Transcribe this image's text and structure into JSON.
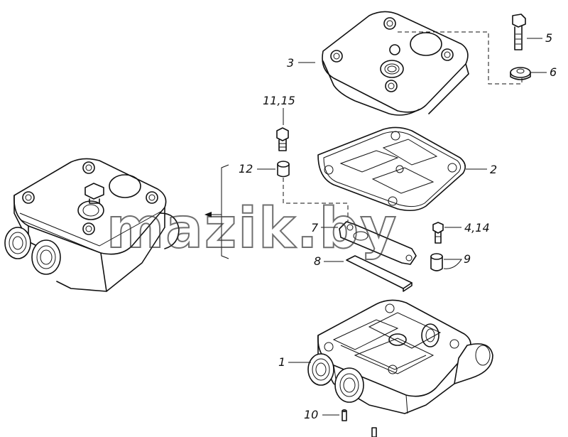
{
  "watermark": "mazik.by",
  "callouts": {
    "c1": "1",
    "c2": "2",
    "c3": "3",
    "c4": "4,14",
    "c5": "5",
    "c6": "6",
    "c7": "7",
    "c8": "8",
    "c9": "9",
    "c10": "10",
    "c11": "11,15",
    "c12": "12"
  }
}
